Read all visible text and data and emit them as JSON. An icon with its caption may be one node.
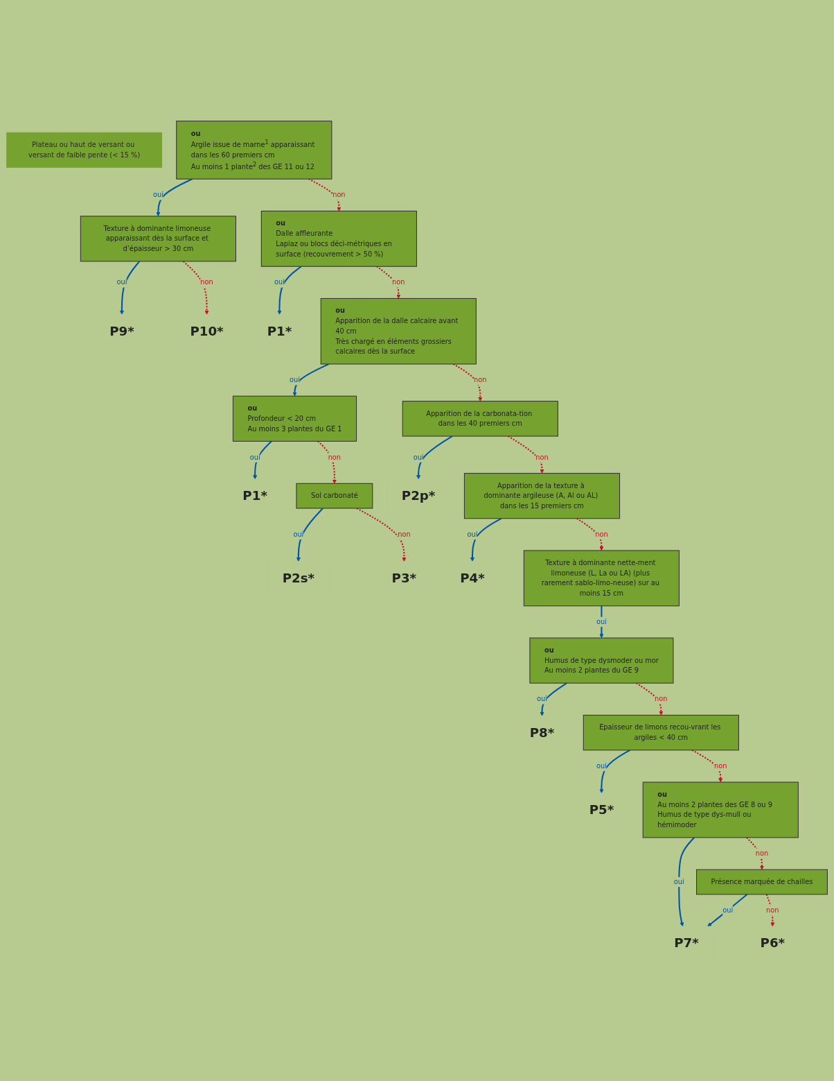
{
  "diagram": {
    "nodes": [
      {
        "text": [
          "Plateau ou haut de versant ou versant de faible pente (< 15 %)"
        ]
      },
      {
        "text": [
          "ou",
          "Argile issue de marne$^{1}$ apparaissant dans les 60 premiers cm",
          "Au moins 1 plante$^{2}$ des GE 11 ou 12"
        ]
      },
      {
        "text": [
          "Texture à dominante limoneuse apparaissant dès la surface et d’épaisseur > 30 cm"
        ]
      },
      {
        "text": [
          "P9*"
        ]
      },
      {
        "text": [
          "P10*"
        ]
      },
      {
        "text": [
          "ou",
          "Dalle affleurante",
          "Lapiaz ou blocs déci-métriques en surface (recouvrement > 50 %)"
        ]
      },
      {
        "text": [
          "P1*"
        ]
      },
      {
        "text": [
          "ou",
          "Apparition de la dalle calcaire avant 40 cm",
          "Très chargé en éléments grossiers calcaires dès la surface"
        ]
      },
      {
        "text": [
          "ou",
          "Profondeur < 20 cm",
          "Au moins 3 plantes du GE 1"
        ]
      },
      {
        "text": [
          "P1*"
        ]
      },
      {
        "text": [
          "Sol carbonaté"
        ]
      },
      {
        "text": [
          "P2s*"
        ]
      },
      {
        "text": [
          "P3*"
        ]
      },
      {
        "text": [
          "Apparition de la carbonata-tion dans les 40 premiers cm"
        ]
      },
      {
        "text": [
          "P2p*"
        ]
      },
      {
        "text": [
          "Apparition de la texture à dominante argileuse (A, Al ou AL) dans les 15 premiers cm"
        ]
      },
      {
        "text": [
          "P4*"
        ]
      },
      {
        "text": [
          "Texture à dominante nette-ment limoneuse (L, La ou LA) (plus rarement sablo-limo-neuse) sur au moins 15 cm"
        ]
      },
      {
        "text": [
          "ou",
          "Humus de type dysmoder ou mor",
          "Au moins 2 plantes du GE 9"
        ]
      },
      {
        "text": [
          "P8*"
        ]
      },
      {
        "text": [
          "Epaisseur de limons recou-vrant les argiles < 40 cm"
        ]
      },
      {
        "text": [
          "P5*"
        ]
      },
      {
        "text": [
          "ou",
          "Au moins 2 plantes des GE 8 ou 9",
          "Humus de type dys-mull ou hémimoder"
        ]
      },
      {
        "text": [
          "P7*"
        ]
      },
      {
        "text": [
          "Présence marquée de chailles"
        ]
      },
      {
        "text": [
          "P6*"
        ]
      }
    ],
    "edges": [
      {
        "from": 1,
        "to": 2,
        "arrow": "to",
        "label": "oui"
      },
      {
        "from": 2,
        "to": 3,
        "arrow": "to",
        "label": "oui"
      },
      {
        "from": 2,
        "to": 4,
        "arrow": "to",
        "label": "non",
        "style": "dashed",
        "color": "#c8102e"
      },
      {
        "from": 1,
        "to": 5,
        "arrow": "to",
        "label": "non",
        "style": "dashed",
        "color": "#c8102e"
      },
      {
        "from": 5,
        "to": 6,
        "arrow": "to",
        "label": "oui"
      },
      {
        "from": 5,
        "to": 7,
        "arrow": "to",
        "label": "non",
        "style": "dashed",
        "color": "#c8102e"
      },
      {
        "from": 7,
        "to": 8,
        "arrow": "to",
        "label": "oui"
      },
      {
        "from": 8,
        "to": 9,
        "arrow": "to",
        "label": "oui"
      },
      {
        "from": 8,
        "to": 10,
        "arrow": "to",
        "label": "non",
        "style": "dashed",
        "color": "#c8102e"
      },
      {
        "from": 10,
        "to": 11,
        "arrow": "to",
        "label": "oui"
      },
      {
        "from": 10,
        "to": 12,
        "arrow": "to",
        "label": "non",
        "style": "dashed",
        "color": "#c8102e"
      },
      {
        "from": 7,
        "to": 13,
        "arrow": "to",
        "label": "non",
        "style": "dashed",
        "color": "#c8102e"
      },
      {
        "from": 13,
        "to": 14,
        "arrow": "to",
        "label": "oui"
      },
      {
        "from": 13,
        "to": 15,
        "arrow": "to",
        "label": "non",
        "style": "dashed",
        "color": "#c8102e"
      },
      {
        "from": 15,
        "to": 16,
        "arrow": "to",
        "label": "oui"
      },
      {
        "from": 15,
        "to": 17,
        "arrow": "to",
        "label": "non",
        "style": "dashed",
        "color": "#c8102e"
      },
      {
        "from": 17,
        "to": 18,
        "arrow": "to",
        "label": "oui"
      },
      {
        "from": 18,
        "to": 19,
        "arrow": "to",
        "label": "oui"
      },
      {
        "from": 18,
        "to": 20,
        "arrow": "to",
        "label": "non",
        "style": "dashed",
        "color": "#c8102e"
      },
      {
        "from": 20,
        "to": 21,
        "arrow": "to",
        "label": "oui"
      },
      {
        "from": 20,
        "to": 22,
        "arrow": "to",
        "label": "non",
        "style": "dashed",
        "color": "#c8102e"
      },
      {
        "from": 22,
        "to": 23,
        "arrow": "to",
        "label": "oui"
      },
      {
        "from": 22,
        "to": 24,
        "arrow": "to",
        "label": "non",
        "style": "dashed",
        "color": "#c8102e"
      },
      {
        "from": 24,
        "to": 23,
        "arrow": "to",
        "label": "oui"
      },
      {
        "from": 24,
        "to": 25,
        "arrow": "to",
        "label": "non",
        "style": "dashed",
        "color": "#c8102e"
      }
    ]
  }
}
